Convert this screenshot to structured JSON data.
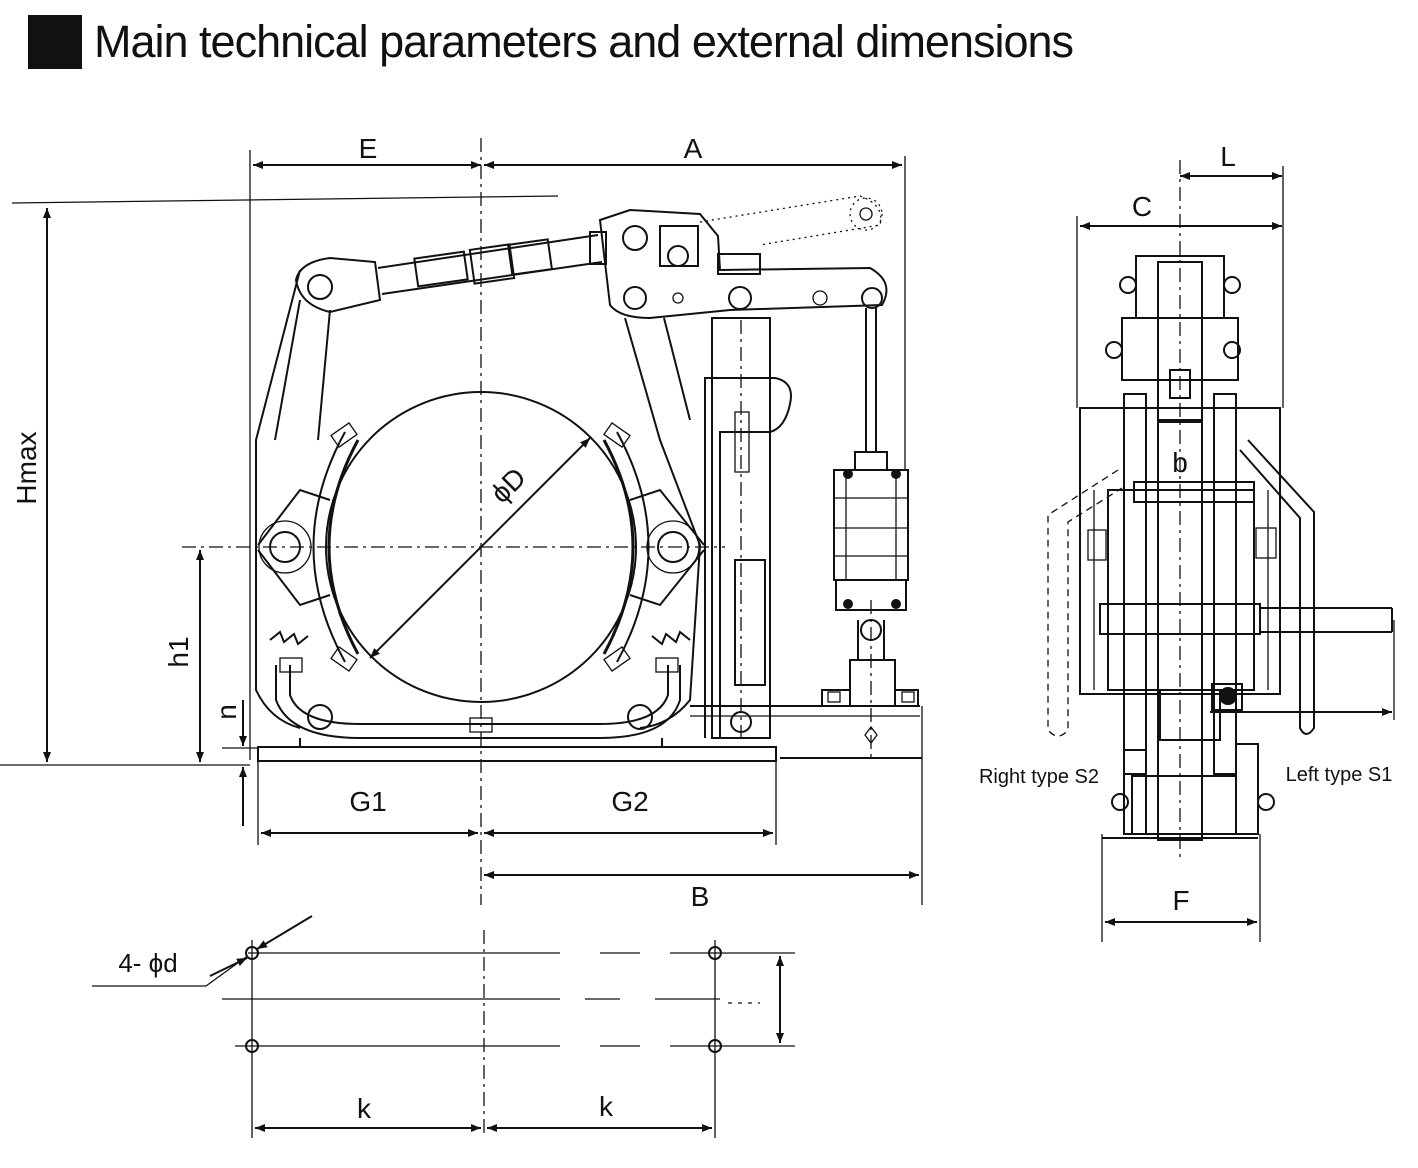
{
  "header": {
    "title": "Main technical parameters and external dimensions"
  },
  "front_view": {
    "dim_E": "E",
    "dim_A": "A",
    "dim_Hmax": "Hmax",
    "dim_D": "ϕD",
    "dim_h1": "h1",
    "dim_n": "n",
    "dim_G1": "G1",
    "dim_G2": "G2",
    "dim_B": "B"
  },
  "side_view": {
    "dim_L": "L",
    "dim_C": "C",
    "dim_b": "b",
    "dim_F": "F",
    "label_right": "Right type S2",
    "label_left": "Left type S1"
  },
  "mounting": {
    "hole_label": "4- ϕd",
    "dim_k_left": "k",
    "dim_k_right": "k"
  }
}
